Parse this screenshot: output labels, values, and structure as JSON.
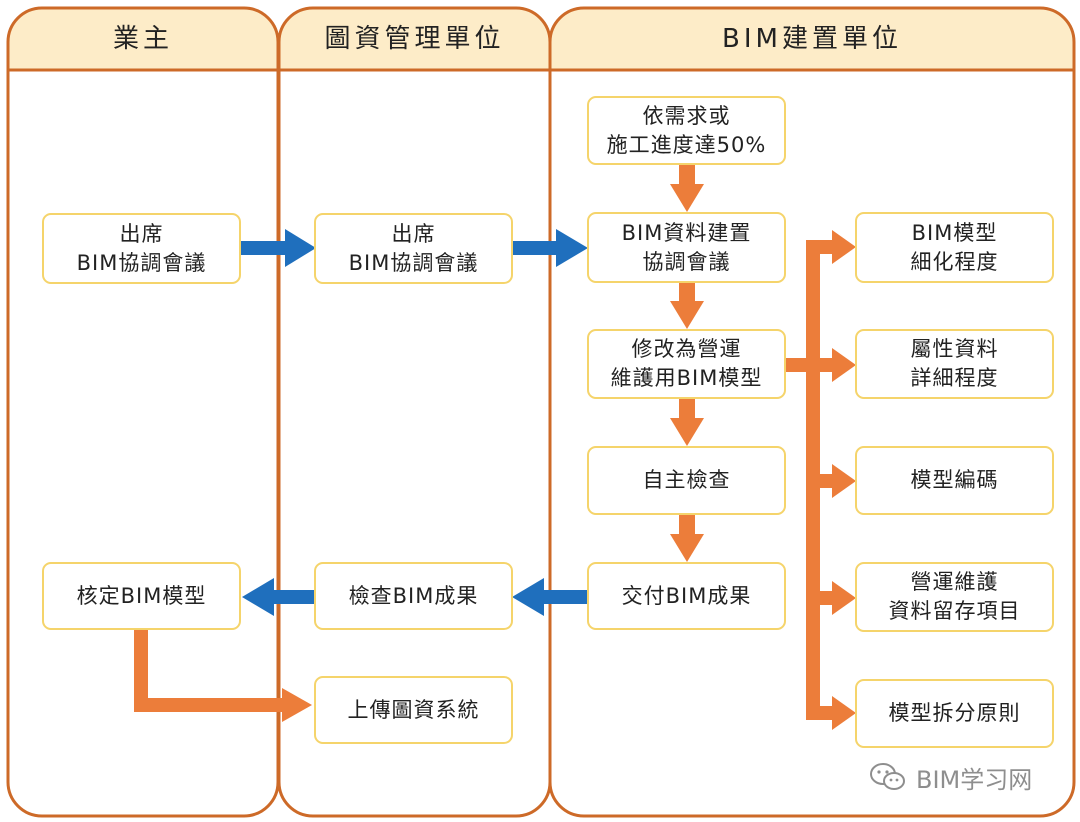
{
  "lanes": {
    "owner": "業主",
    "drawing_mgmt": "圖資管理單位",
    "bim_builder": "BIM建置單位"
  },
  "nodes": {
    "owner_attend": [
      "出席",
      "BIM協調會議"
    ],
    "mgmt_attend": [
      "出席",
      "BIM協調會議"
    ],
    "trigger": [
      "依需求或",
      "施工進度達50%"
    ],
    "coord_meeting": [
      "BIM資料建置",
      "協調會議"
    ],
    "revise_model": [
      "修改為營運",
      "維護用BIM模型"
    ],
    "self_check": [
      "自主檢查"
    ],
    "deliver": [
      "交付BIM成果"
    ],
    "inspect": [
      "檢查BIM成果"
    ],
    "approve": [
      "核定BIM模型"
    ],
    "upload": [
      "上傳圖資系統"
    ],
    "lod": [
      "BIM模型",
      "細化程度"
    ],
    "attr_detail": [
      "屬性資料",
      "詳細程度"
    ],
    "model_code": [
      "模型編碼"
    ],
    "om_retention": [
      "營運維護",
      "資料留存項目"
    ],
    "split_rule": [
      "模型拆分原則"
    ]
  },
  "watermark": {
    "text": "BIM学习网",
    "icon": "wechat-icon"
  },
  "colors": {
    "lane_border": "#cd6a28",
    "header_fill": "#fdecc8",
    "node_border": "#f5d46b",
    "orange_arrow": "#ec7d3a",
    "blue_arrow": "#1f6fbd"
  }
}
